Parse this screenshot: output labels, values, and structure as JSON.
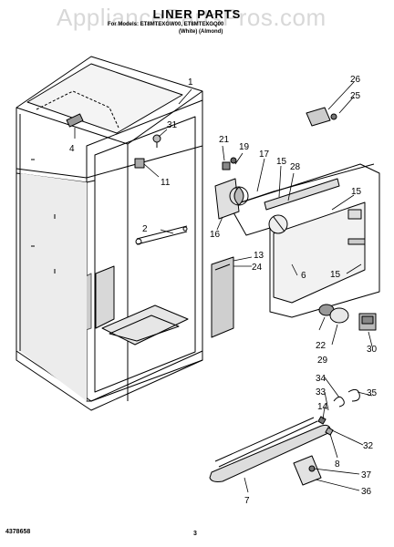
{
  "header": {
    "watermark": "AppliancePartsPros.com",
    "title": "LINER PARTS",
    "for_models_line": "For Models: ET8MTEXGW00, ET8MTEXGQ00",
    "color_line": "(White)          (Almond)"
  },
  "callouts": {
    "c1": "1",
    "c2": "2",
    "c4": "4",
    "c6": "6",
    "c7": "7",
    "c8": "8",
    "c11": "11",
    "c13": "13",
    "c14": "14",
    "c15a": "15",
    "c15b": "15",
    "c15c": "15",
    "c16": "16",
    "c17": "17",
    "c19": "19",
    "c21": "21",
    "c22": "22",
    "c24": "24",
    "c25": "25",
    "c26": "26",
    "c28": "28",
    "c29": "29",
    "c30": "30",
    "c31": "31",
    "c32": "32",
    "c33": "33",
    "c34": "34",
    "c35": "35",
    "c36": "36",
    "c37": "37"
  },
  "footer": {
    "part_number": "4378658",
    "page_number": "3"
  }
}
